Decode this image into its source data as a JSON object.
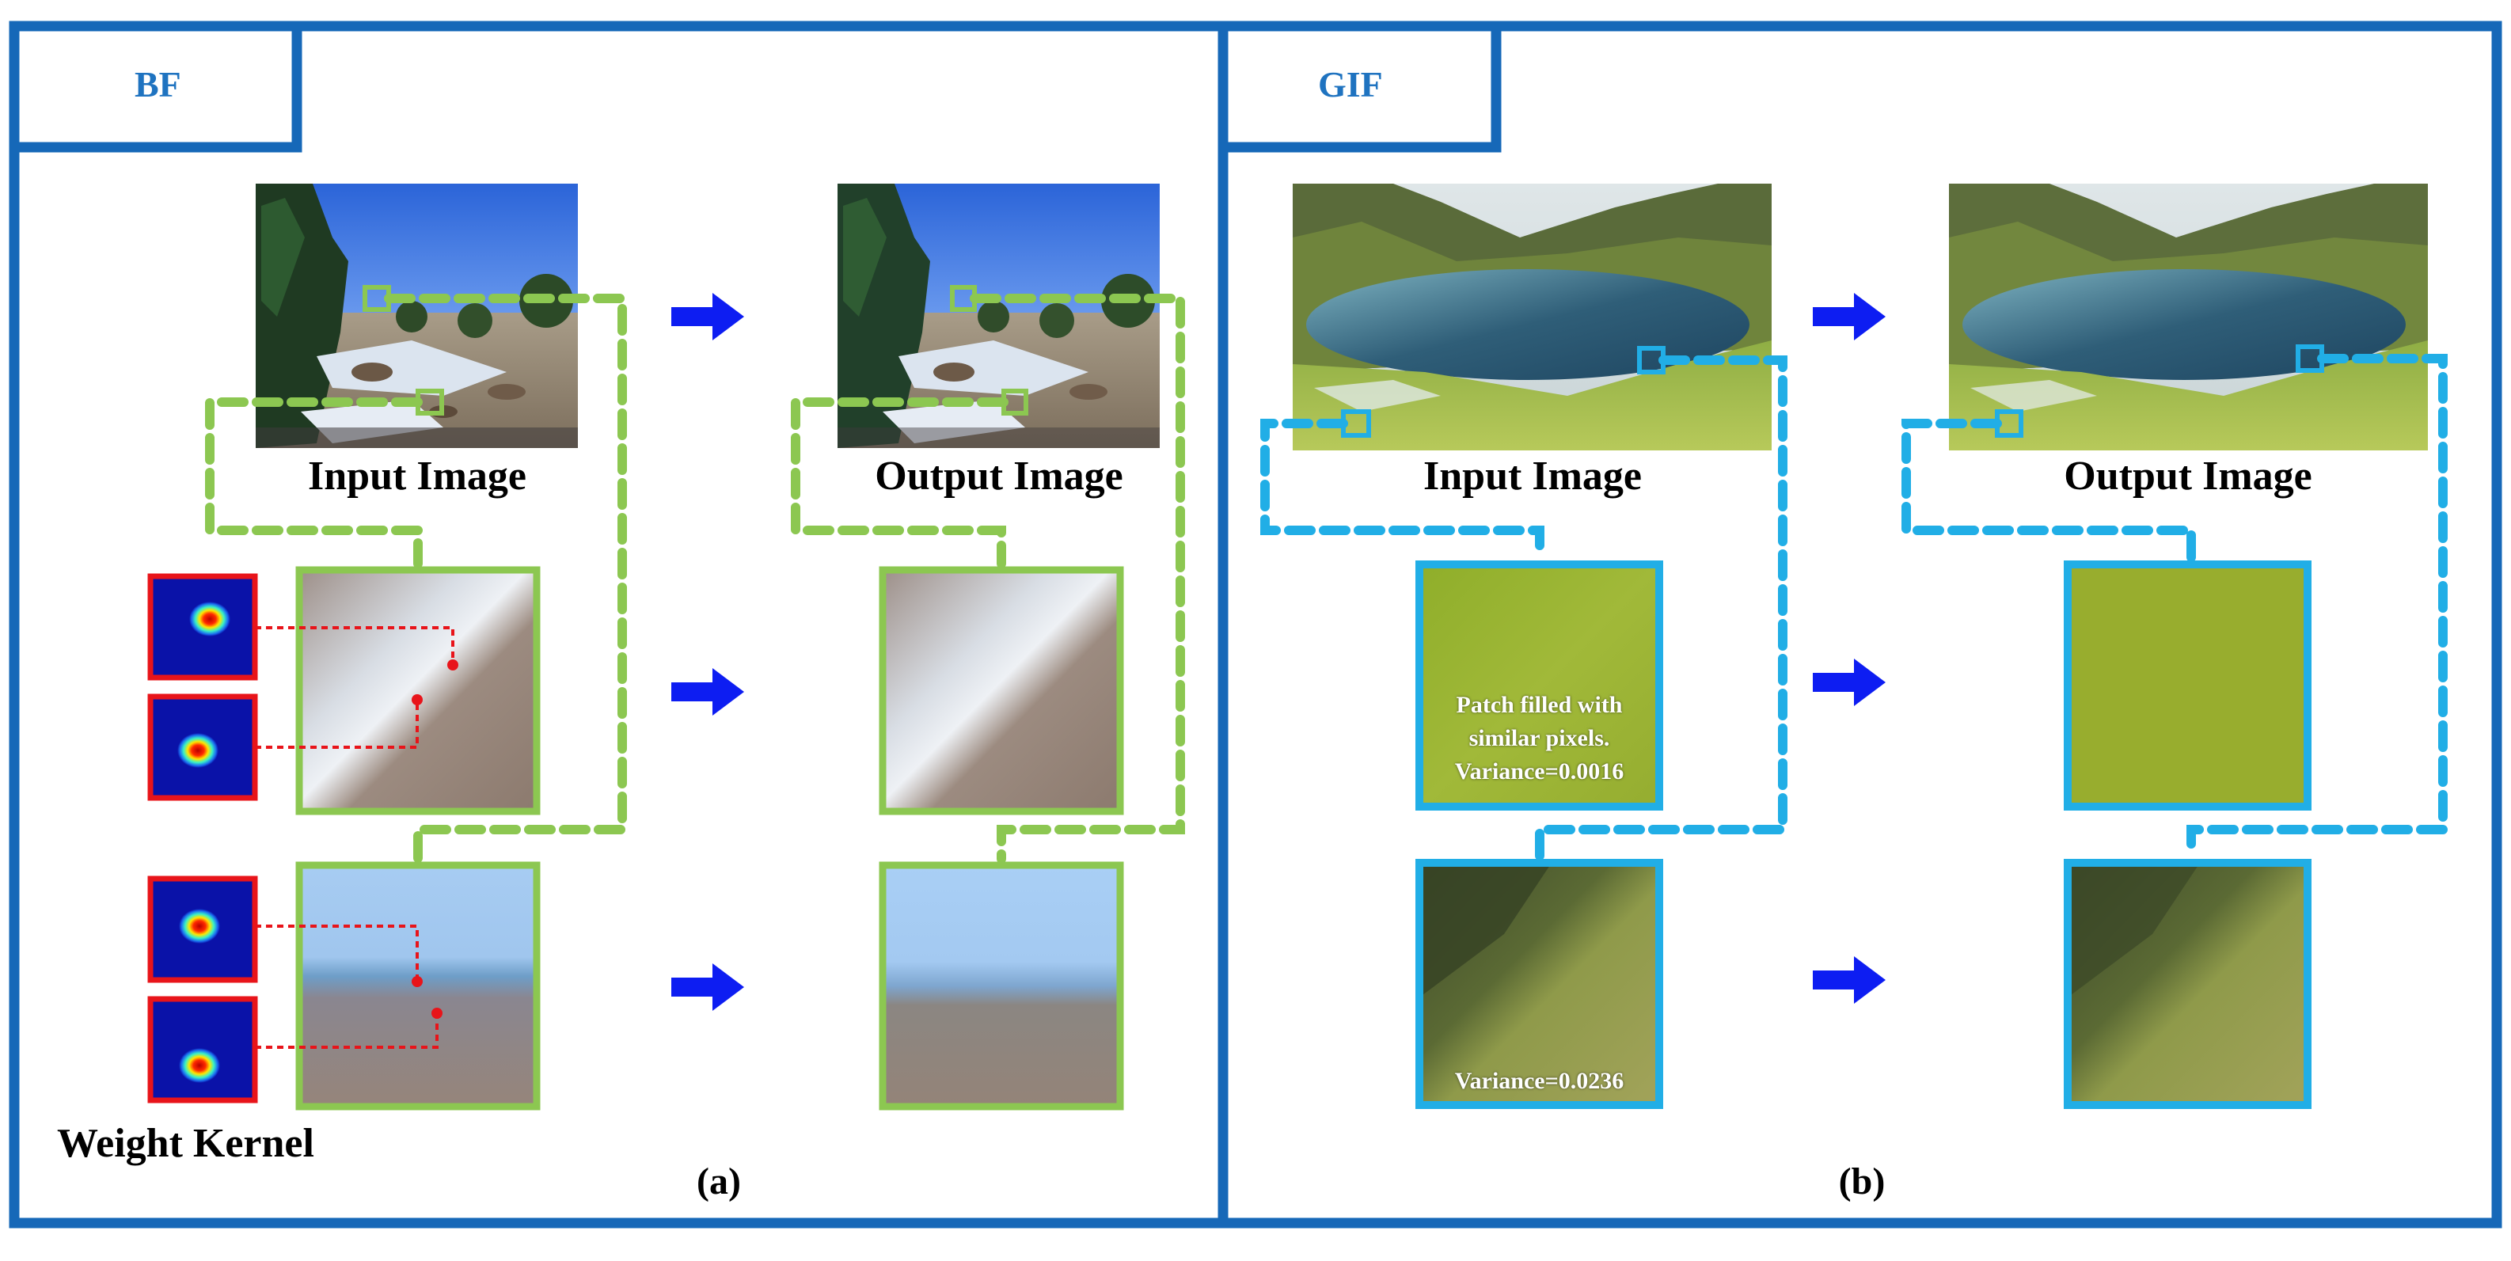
{
  "panels": {
    "bf": {
      "tab_label": "BF",
      "input_caption": "Input Image",
      "output_caption": "Output Image",
      "kernel_caption": "Weight Kernel",
      "sub_label": "(a)"
    },
    "gif": {
      "tab_label": "GIF",
      "input_caption": "Input Image",
      "output_caption": "Output Image",
      "patch1_text_1": "Patch filled with",
      "patch1_text_2": "similar pixels.",
      "patch1_text_3": "Variance=0.0016",
      "patch2_text": "Variance=0.0236",
      "sub_label": "(b)"
    }
  },
  "colors": {
    "frame_blue": "#1668b8",
    "tab_text": "#1f73c0",
    "bf_accent": "#8cc751",
    "gif_accent": "#21aee6",
    "arrow_blue": "#0d1df2",
    "kernel_border": "#e8141a",
    "kernel_bg": "#0a12a8"
  },
  "icons": {
    "flow_arrow": "arrow-right-icon"
  }
}
